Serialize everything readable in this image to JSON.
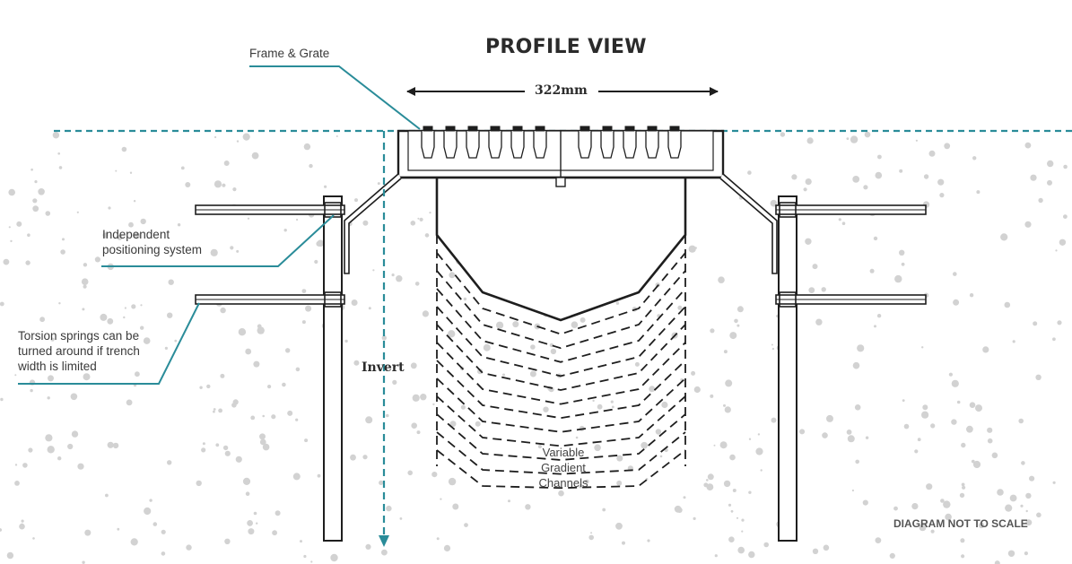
{
  "title": "PROFILE VIEW",
  "dimension": {
    "width_label": "322mm"
  },
  "labels": {
    "frame_grate": "Frame & Grate",
    "positioning": [
      "Independent",
      "positioning system"
    ],
    "torsion": [
      "Torsion springs can be",
      "turned around if trench",
      "width is limited"
    ],
    "invert": "Invert",
    "channels": [
      "Variable",
      "Gradient",
      "Channels"
    ]
  },
  "note": "DIAGRAM NOT TO SCALE",
  "colors": {
    "accent": "#2a8c99",
    "line": "#1e1e1e",
    "speckle": "#d2d2d2"
  }
}
